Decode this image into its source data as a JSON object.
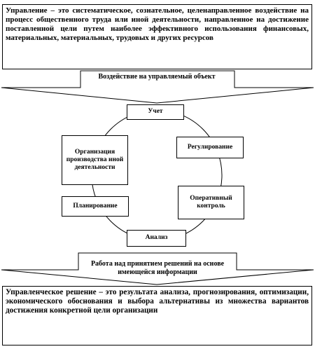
{
  "top_definition": "Управление – это систематическое, сознательное, целенаправленное воздействие на процесс общественного труда или иной деятельности, направленное на достижение поставленной цели путем наиболее эффективного использования финансовых, материальных, материальных, трудовых и других ресурсов",
  "arrow_top_label": "Воздействие на управляемый объект",
  "cycle": {
    "uchet": "Учет",
    "regulirovanie": "Регулирование",
    "organizaciya": "Организация производства иной деятельности",
    "operativnyi_kontrol": "Оперативный контроль",
    "planirovanie": "Планирование",
    "analiz": "Анализ"
  },
  "arrow_bottom_label": "Работа над принятием решений на основе имеющейся информации",
  "bottom_definition": "Управленческое решение – это результата анализа, прогнозирования, оптимизации, экономического обоснования и выбора альтернативы из множества вариантов достижения конкретной цели организации"
}
